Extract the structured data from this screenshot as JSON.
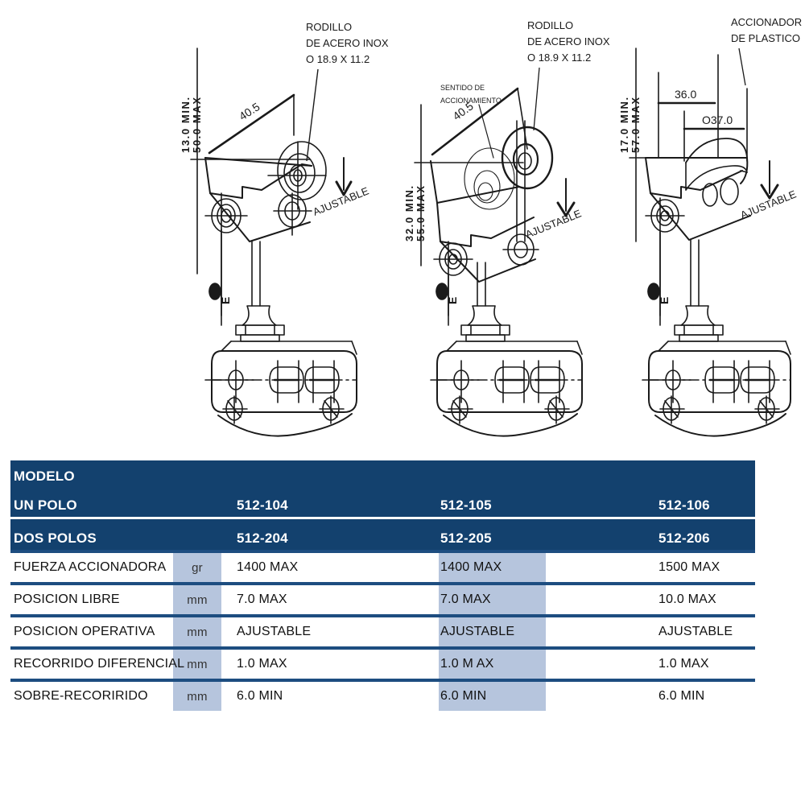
{
  "drawings": [
    {
      "id": "roller-lever-adjustable",
      "height_dim": {
        "line1": "13.0 MIN.",
        "line2": "50.0 MAX"
      },
      "length_dim": "40.5",
      "callout": {
        "line1": "RODILLO",
        "line2": "DE ACERO INOX",
        "line3": "O 18.9 X 11.2"
      },
      "adjustable_label": "AJUSTABLE",
      "body_mark": "E"
    },
    {
      "id": "roller-lever-one-way",
      "height_dim": {
        "line1": "32.0 MIN.",
        "line2": "55.0 MAX"
      },
      "length_dim": "40.5",
      "callout": {
        "line1": "RODILLO",
        "line2": "DE ACERO INOX",
        "line3": "O 18.9 X 11.2"
      },
      "direction_label": {
        "line1": "SENTIDO DE",
        "line2": "ACCIONAMIENTO"
      },
      "adjustable_label": "AJUSTABLE",
      "body_mark": "E"
    },
    {
      "id": "plastic-paddle-lever",
      "height_dim": {
        "line1": "17.0 MIN.",
        "line2": "57.0 MAX"
      },
      "length_dim": "36.0",
      "diameter_dim": "O37.0",
      "callout": {
        "line1": "ACCIONADOR",
        "line2": "DE PLASTICO"
      },
      "adjustable_label": "AJUSTABLE",
      "body_mark": "E"
    }
  ],
  "table": {
    "header": {
      "modelo": "MODELO",
      "un_polo_label": "UN POLO",
      "dos_polos_label": "DOS POLOS",
      "un_polo": [
        "512-104",
        "512-105",
        "512-106"
      ],
      "dos_polos": [
        "512-204",
        "512-205",
        "512-206"
      ]
    },
    "rows": [
      {
        "label": "FUERZA  ACCIONADORA",
        "unit": "gr",
        "values": [
          "1400 MAX",
          "1400 MAX",
          "1500 MAX"
        ]
      },
      {
        "label": "POSICION LIBRE",
        "unit": "mm",
        "values": [
          "7.0 MAX",
          "7.0 MAX",
          "10.0  MAX"
        ]
      },
      {
        "label": "POSICION OPERATIVA",
        "unit": "mm",
        "values": [
          "AJUSTABLE",
          "AJUSTABLE",
          "AJUSTABLE"
        ]
      },
      {
        "label": "RECORRIDO  DIFERENCIAL",
        "unit": "mm",
        "values": [
          "1.0 MAX",
          "1.0 M AX",
          "1.0 MAX"
        ]
      },
      {
        "label": "SOBRE-RECORIRIDO",
        "unit": "mm",
        "values": [
          "6.0 MIN",
          "6.0 MIN",
          "6.0 MIN"
        ]
      }
    ]
  },
  "colors": {
    "header_navy": "#13416e",
    "rule_blue": "#1d4d80",
    "highlight_blue": "#b6c5dd",
    "line_black": "#1a1a1a",
    "background": "#ffffff"
  }
}
